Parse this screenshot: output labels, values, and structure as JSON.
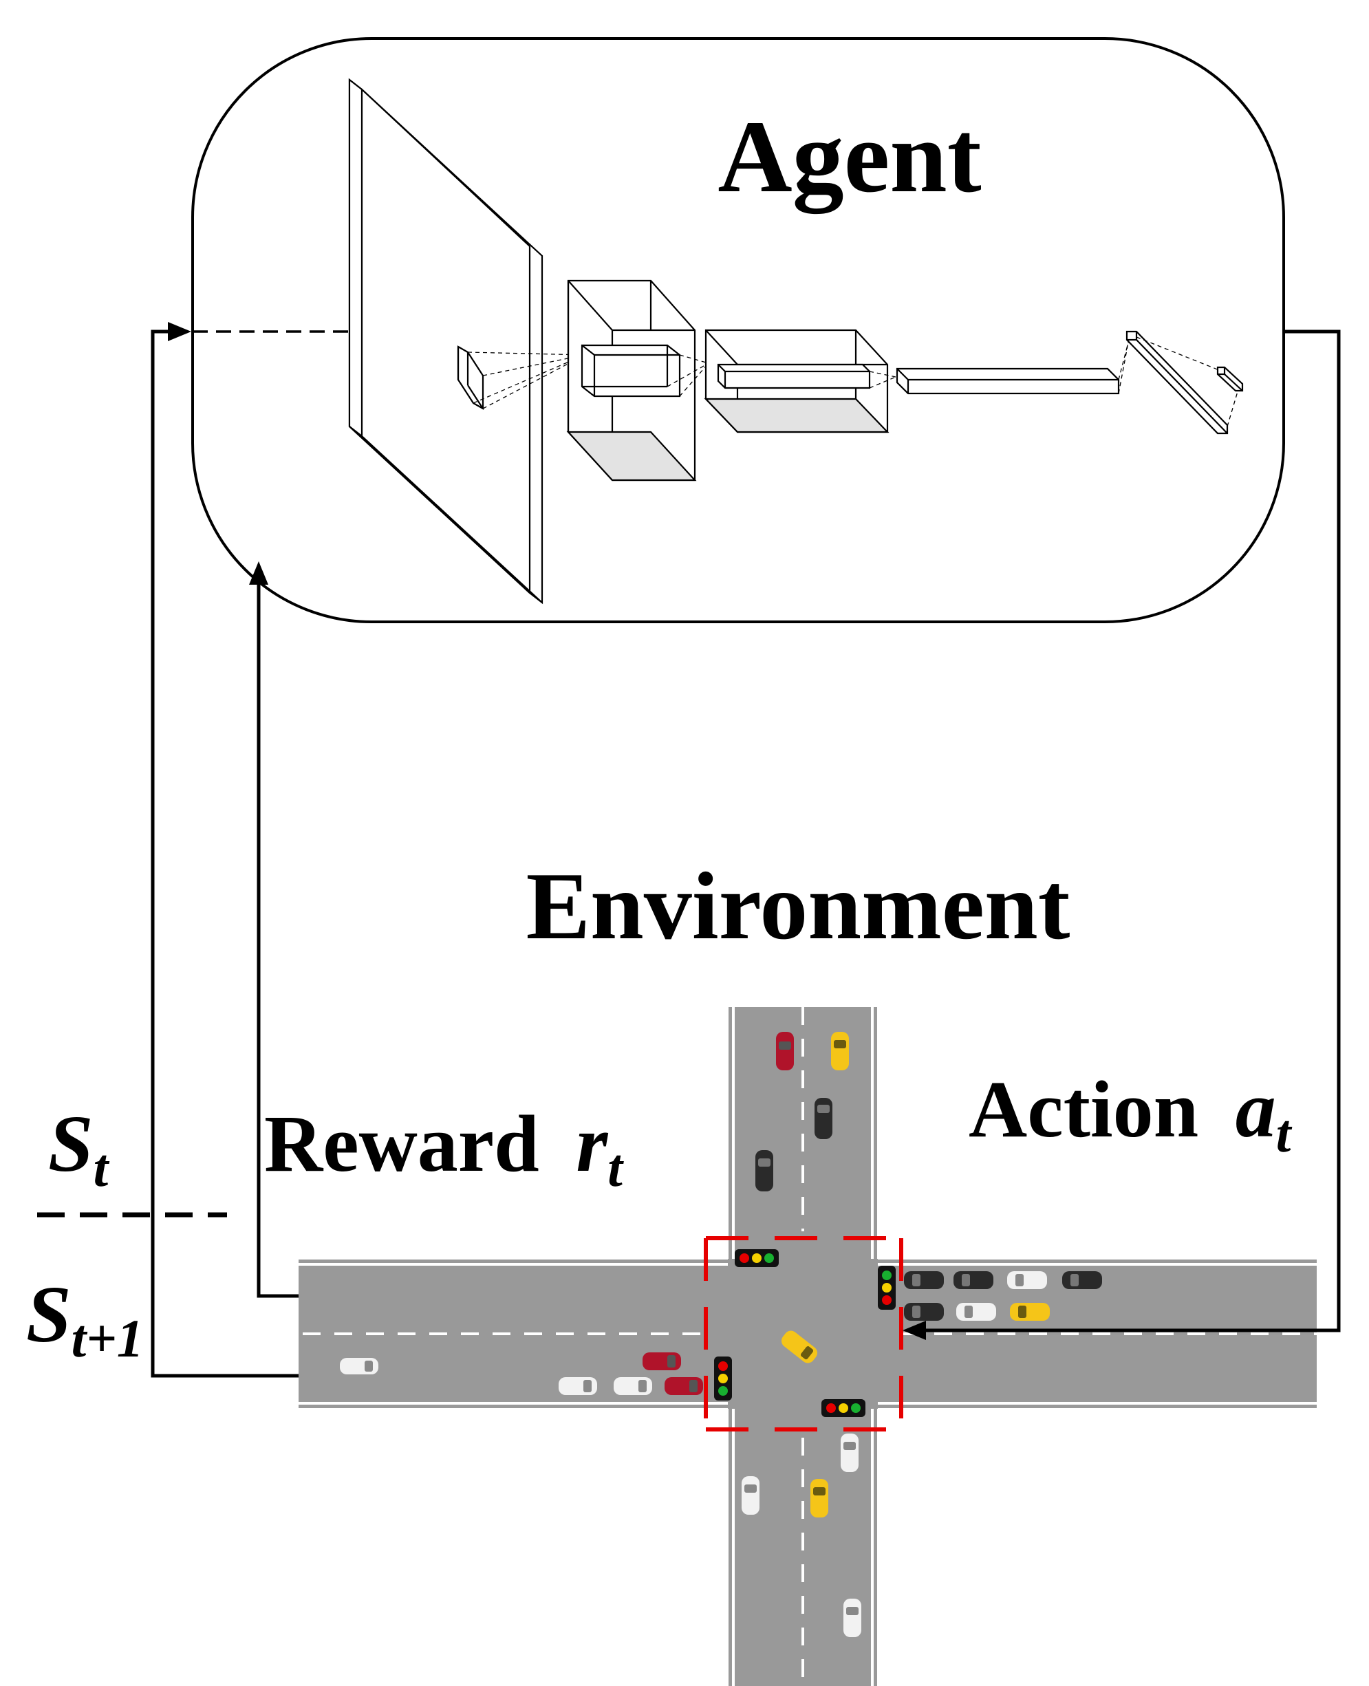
{
  "agent": {
    "label": "Agent"
  },
  "environment": {
    "label": "Environment"
  },
  "reward": {
    "label": "Reward",
    "symbol": "r",
    "subscript": "t"
  },
  "action": {
    "label": "Action",
    "symbol": "a",
    "subscript": "t"
  },
  "state": {
    "current": {
      "symbol": "S",
      "subscript": "t"
    },
    "next": {
      "symbol": "S",
      "subscript": "t+1"
    }
  },
  "colors": {
    "road": "#999999",
    "lane_marking": "#ffffff",
    "detection_zone": "#e60000",
    "line": "#000000",
    "car_red": "#b0132a",
    "car_yellow": "#f5c518",
    "car_white": "#f2f2f2",
    "car_black": "#2a2a2a"
  },
  "icons": [
    "traffic-light-icon",
    "car-icon",
    "neural-network-diagram"
  ]
}
